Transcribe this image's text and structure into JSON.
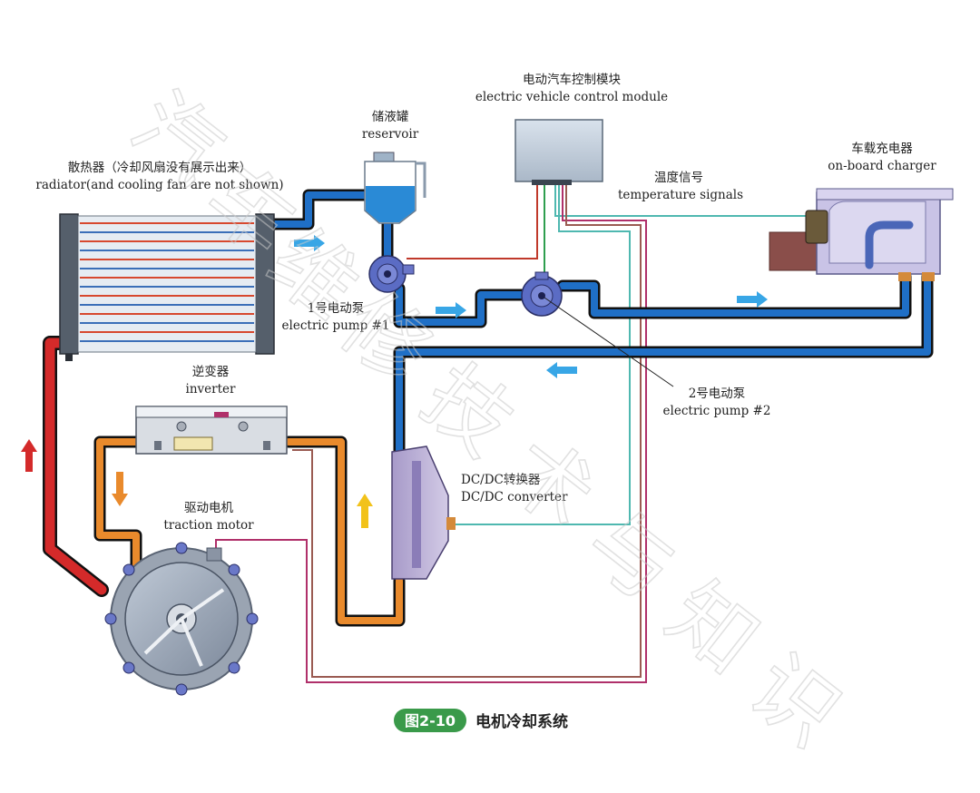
{
  "labels": {
    "control_module_zh": "电动汽车控制模块",
    "control_module_en": "electric vehicle control module",
    "reservoir_zh": "储液罐",
    "reservoir_en": "reservoir",
    "radiator_zh": "散热器（冷却风扇没有展示出来）",
    "radiator_en": "radiator(and cooling fan are not shown)",
    "temp_signal_zh": "温度信号",
    "temp_signal_en": "temperature signals",
    "charger_zh": "车载充电器",
    "charger_en": "on-board charger",
    "pump1_zh": "1号电动泵",
    "pump1_en": "electric pump #1",
    "pump2_zh": "2号电动泵",
    "pump2_en": "electric pump #2",
    "inverter_zh": "逆变器",
    "inverter_en": "inverter",
    "motor_zh": "驱动电机",
    "motor_en": "traction motor",
    "dcdc_zh": "DC/DC转换器",
    "dcdc_en": "DC/DC converter"
  },
  "caption": {
    "figure_number": "图2-10",
    "title": "电机冷却系统"
  },
  "watermark": {
    "chars": [
      "汽",
      "车",
      "维",
      "修",
      "技",
      "术",
      "与",
      "知",
      "识"
    ]
  },
  "colors": {
    "coolant_blue": "#1f6fc6",
    "coolant_orange": "#e98a2c",
    "coolant_red": "#d42a2a",
    "pipe_outline": "#111111",
    "flow_arrow_blue": "#38a6e6",
    "signal_red": "#c0392b",
    "signal_green": "#2e9e4f",
    "signal_cyan": "#4fb8b0",
    "signal_magenta": "#b0306a",
    "caption_badge": "#3a9a4a"
  }
}
